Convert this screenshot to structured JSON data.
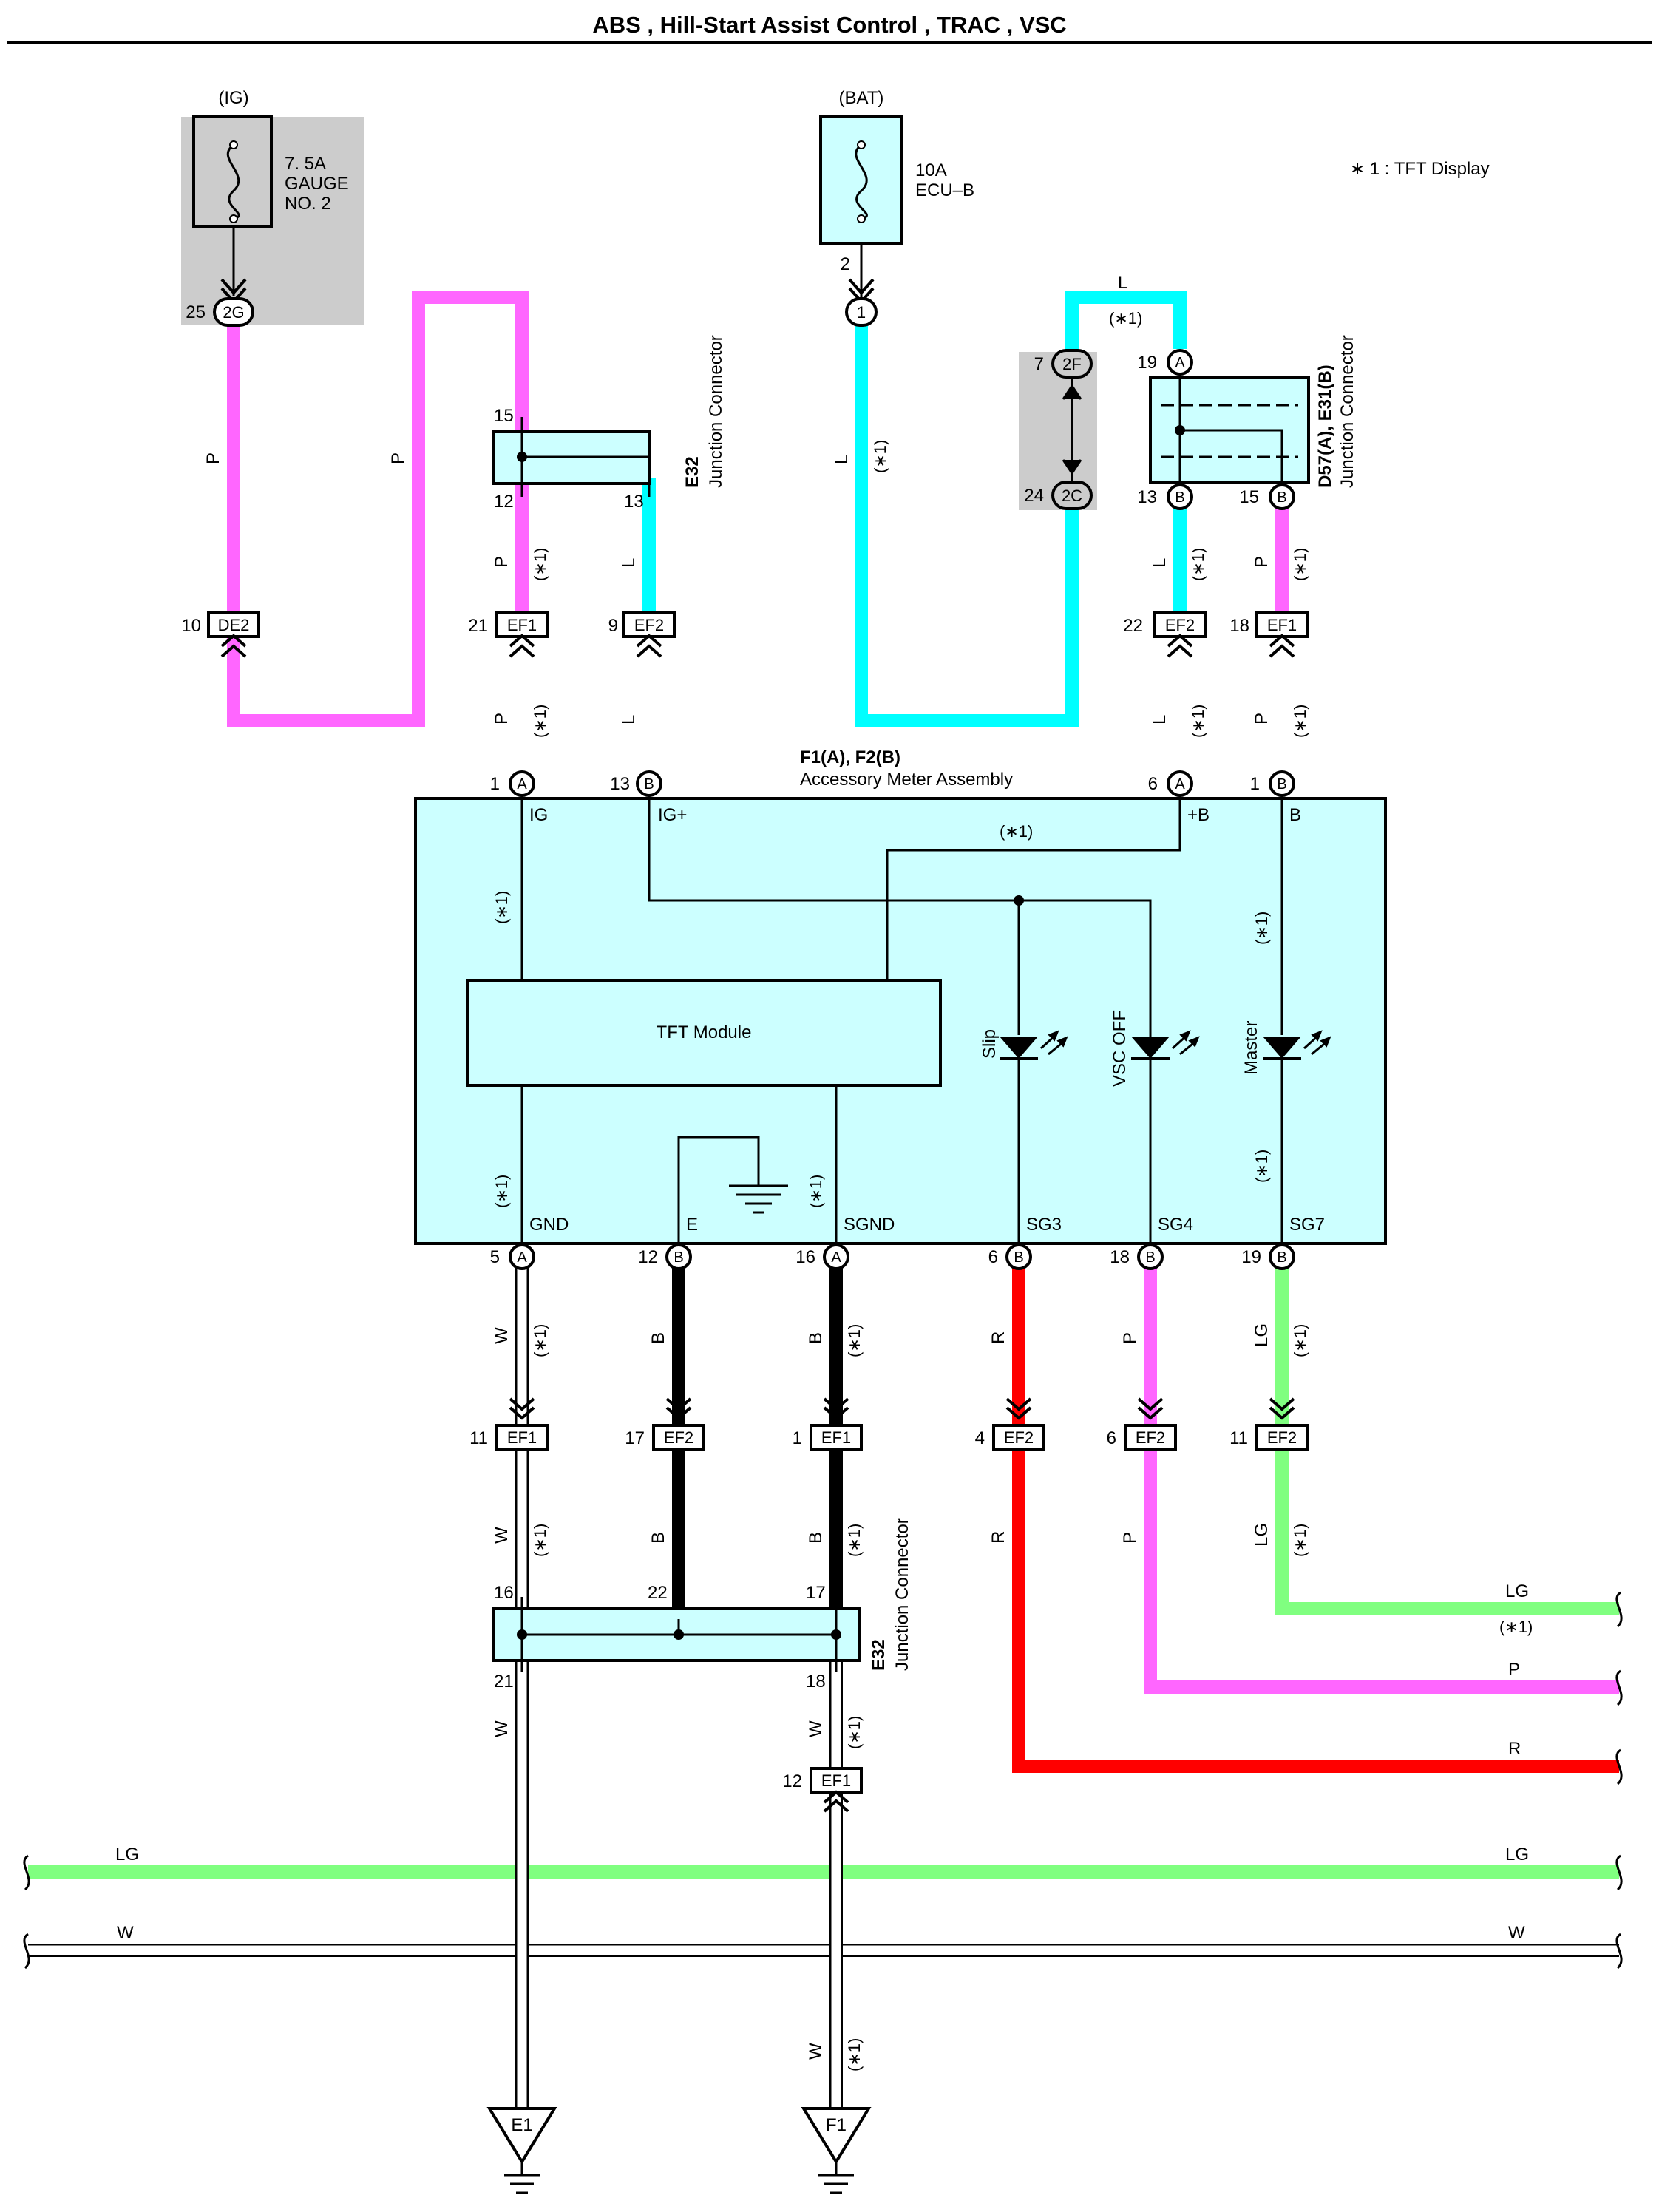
{
  "title": "ABS , Hill-Start Assist Control , TRAC , VSC",
  "note": "∗ 1 : TFT Display",
  "star": "(∗1)",
  "fuses": {
    "ig": {
      "source": "(IG)",
      "rating": "7. 5A",
      "name1": "GAUGE",
      "name2": "NO. 2"
    },
    "bat": {
      "source": "(BAT)",
      "rating": "10A",
      "name1": "ECU–B"
    }
  },
  "pins": {
    "p25": "25",
    "p2G": "2G",
    "p2": "2",
    "p1bat": "1",
    "p7": "7",
    "p2F": "2F",
    "p24": "24",
    "p2C": "2C",
    "p19top": "19",
    "pAtop": "A",
    "p13d": "13",
    "pB1": "B",
    "p15d": "15",
    "pB2": "B",
    "p15e": "15",
    "p12e": "12",
    "p13e": "13",
    "p10": "10",
    "cDE2": "DE2",
    "p21": "21",
    "cEF1a": "EF1",
    "p9": "9",
    "cEF2a": "EF2",
    "p22": "22",
    "cEF2b": "EF2",
    "p18": "18",
    "cEF1b": "EF1",
    "m1": "1",
    "mA1": "A",
    "m13": "13",
    "mB13": "B",
    "m6": "6",
    "mA6": "A",
    "m1b": "1",
    "mB1": "B",
    "b5": "5",
    "bA5": "A",
    "b12": "12",
    "bB12": "B",
    "b16": "16",
    "bA16": "A",
    "b6": "6",
    "bB6": "B",
    "b18": "18",
    "bB18": "B",
    "b19": "19",
    "bB19": "B",
    "c11": "11",
    "cEF1c": "EF1",
    "c17": "17",
    "cEF2c": "EF2",
    "c1": "1",
    "cEF1d": "EF1",
    "c4": "4",
    "cEF2d": "EF2",
    "c6": "6",
    "cEF2e": "EF2",
    "c11b": "11",
    "cEF2f": "EF2",
    "j16": "16",
    "j22": "22",
    "j17": "17",
    "j21": "21",
    "j18": "18",
    "c12": "12",
    "cEF1e": "EF1",
    "gE1": "E1",
    "gF1": "F1"
  },
  "connectors": {
    "e32_id": "E32",
    "e32_name": "Junction Connector",
    "d57_id": "D57(A), E31(B)",
    "d57_name": "Junction Connector",
    "meter_id": "F1(A), F2(B)",
    "meter_name": "Accessory Meter Assembly"
  },
  "terminals": {
    "ig": "IG",
    "igp": "IG+",
    "pb": "+B",
    "b": "B",
    "gnd": "GND",
    "e": "E",
    "sgnd": "SGND",
    "sg3": "SG3",
    "sg4": "SG4",
    "sg7": "SG7"
  },
  "module": "TFT Module",
  "leds": {
    "slip": "Slip",
    "vsc": "VSC OFF",
    "master": "Master"
  },
  "wires": {
    "P": "P",
    "L": "L",
    "W": "W",
    "B": "B",
    "R": "R",
    "LG": "LG"
  },
  "colors": {
    "P": "#ff66ff",
    "L": "#00ffff",
    "LG": "#80ff80",
    "R": "#ff0000",
    "B": "#000000",
    "box": "#ccffff",
    "gray": "#cccccc"
  }
}
